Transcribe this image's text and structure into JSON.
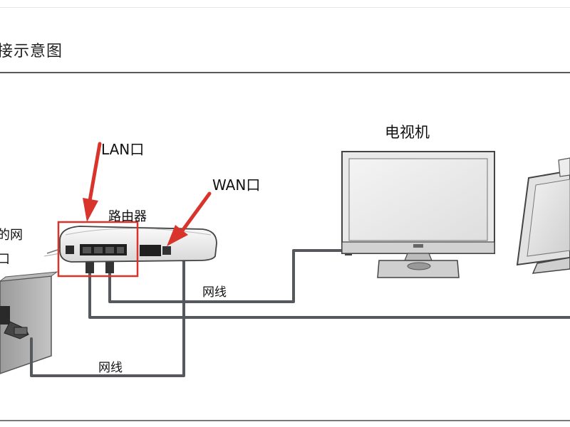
{
  "title": "接示意图",
  "labels": {
    "lan_port": "LAN口",
    "wan_port": "WAN口",
    "router": "路由器",
    "tv": "电视机",
    "cable_top": "网线",
    "cable_bottom": "网线",
    "modem_line1": "的网",
    "modem_line2": "口"
  },
  "colors": {
    "arrow": "#d9342b",
    "highlight_box": "#d9342b",
    "cable": "#55595e"
  }
}
